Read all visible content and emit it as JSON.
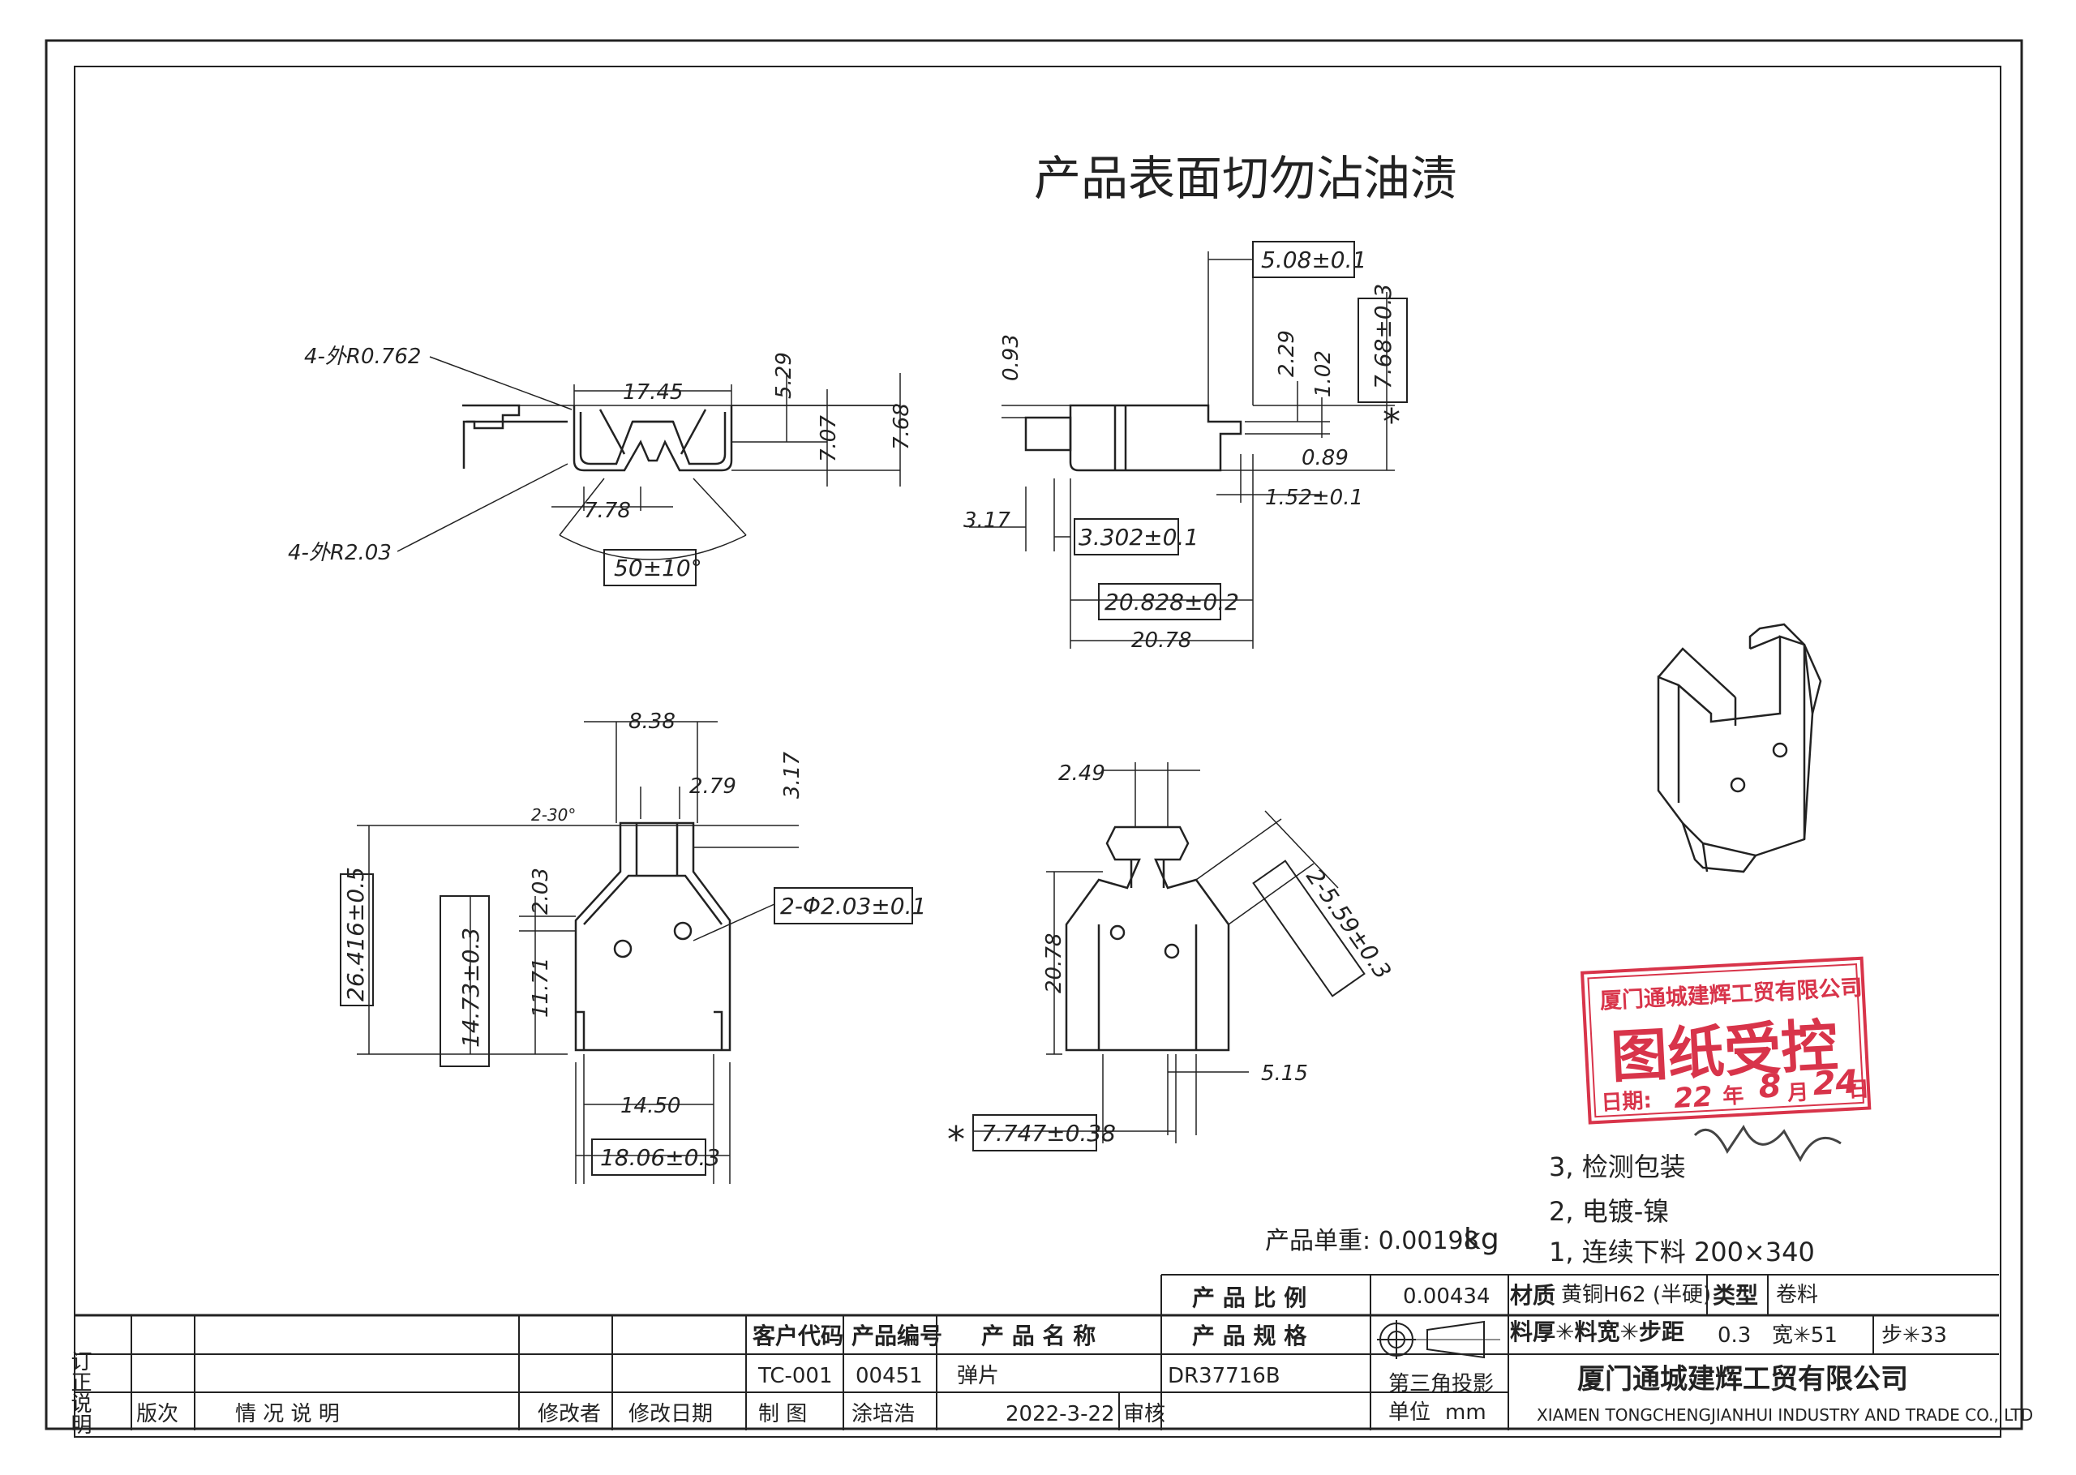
{
  "title": "产品表面切勿沾油渍",
  "colors": {
    "line": "#222222",
    "stamp": "#d8344a"
  },
  "dimensions": {
    "view_top": {
      "outer_radius": "4-外R0.762",
      "inner_radius": "4-外R2.03",
      "width": "17.45",
      "h1": "5.29",
      "h2": "7.07",
      "h3": "7.68",
      "gap": "7.78",
      "angle": "50±10°"
    },
    "view_side": {
      "top_w": "5.08±0.1",
      "d093": "0.93",
      "d229": "2.29",
      "d102": "1.02",
      "h768": "7.68±0.3",
      "d089": "0.89",
      "d152": "1.52±0.1",
      "d317": "3.17",
      "d3302": "3.302±0.1",
      "d20828": "20.828±0.2",
      "d2078": "20.78"
    },
    "view_front": {
      "w838": "8.38",
      "w279": "2.79",
      "h317": "3.17",
      "angle": "2-30°",
      "h26416": "26.416±0.5",
      "h1473": "14.73±0.3",
      "h203": "2.03",
      "h1171": "11.71",
      "holes": "2-Φ2.03±0.1",
      "w1450": "14.50",
      "w1806": "18.06±0.3"
    },
    "view_back": {
      "w249": "2.49",
      "h2078": "20.78",
      "slant": "2-5.59±0.3",
      "w515": "5.15",
      "w7747": "7.747±0.38",
      "asterisk": "*"
    }
  },
  "notes": {
    "n3": "3, 检测包装",
    "n2": "2, 电镀-镍",
    "n1": "1, 连续下料 200×340",
    "weight_label": "产品单重: 0.00198",
    "weight_unit": "kg"
  },
  "stamp": {
    "company": "厦门通城建辉工贸有限公司",
    "text": "图纸受控",
    "date_label": "日期:",
    "year_mark": "年",
    "month_mark": "月",
    "day_mark": "日",
    "year": "22",
    "month": "8",
    "day": "24"
  },
  "title_block": {
    "scale_label": "产 品 比 例",
    "scale_value": "0.00434",
    "material_label": "材质",
    "material_value": "黄铜H62 (半硬)",
    "type_label": "类型",
    "type_value": "卷料",
    "spec_label": "产 品 规 格",
    "spec_value": "DR37716B",
    "thickness_label": "料厚✳料宽✳步距",
    "thickness_value": "0.3",
    "width_value": "宽✳51",
    "pitch_value": "步✳33",
    "customer_code_label": "客户代码",
    "customer_code": "TC-001",
    "product_no_label": "产品编号",
    "product_no": "00451",
    "product_name_label": "产 品 名 称",
    "product_name": "弹片",
    "drawn_label": "制 图",
    "drawn_by": "涂培浩",
    "date": "2022-3-22",
    "review_label": "审核",
    "projection": "第三角投影",
    "unit_label": "单位",
    "unit": "mm",
    "company_cn": "厦门通城建辉工贸有限公司",
    "company_en": "XIAMEN TONGCHENGJIANHUI INDUSTRY AND TRADE CO., LTD",
    "revision_title": "订正说明",
    "rev_col1": "版次",
    "rev_col2": "情 况 说 明",
    "rev_col3": "修改者",
    "rev_col4": "修改日期"
  }
}
